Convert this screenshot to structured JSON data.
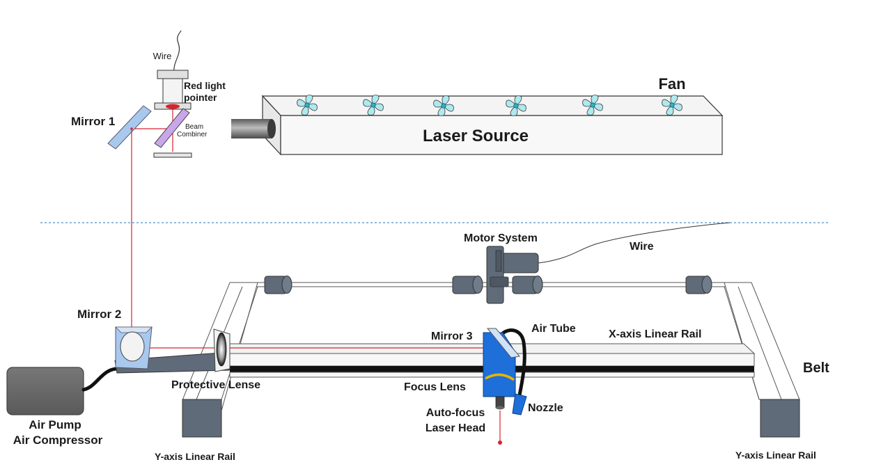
{
  "labels": {
    "wire_top": "Wire",
    "red_light_1": "Red light",
    "red_light_2": "pointer",
    "mirror1": "Mirror 1",
    "beam_combiner_1": "Beam",
    "beam_combiner_2": "Combiner",
    "fan": "Fan",
    "laser_source": "Laser Source",
    "motor_system": "Motor System",
    "wire_motor": "Wire",
    "mirror2": "Mirror 2",
    "mirror3": "Mirror 3",
    "air_tube": "Air Tube",
    "x_rail": "X-axis Linear Rail",
    "belt": "Belt",
    "protective_lense": "Protective Lense",
    "focus_lens": "Focus Lens",
    "nozzle": "Nozzle",
    "autofocus_1": "Auto-focus",
    "autofocus_2": "Laser Head",
    "air_pump_1": "Air Pump",
    "air_pump_2": "Air Compressor",
    "y_rail_left": "Y-axis Linear Rail",
    "y_rail_right": "Y-axis Linear Rail"
  },
  "icons": {
    "fan": "fan-icon",
    "mirror": "mirror-icon",
    "motor": "motor-icon"
  },
  "colors": {
    "laser_beam": "#d9232e",
    "mirror_blue": "#a9c8ee",
    "beam_combiner": "#c9a6ea",
    "laser_head": "#1e6fd9",
    "fan_blade": "#aee9ef",
    "metal_dark": "#5f6b78",
    "belt": "#111111",
    "divider": "#4a90c8"
  }
}
